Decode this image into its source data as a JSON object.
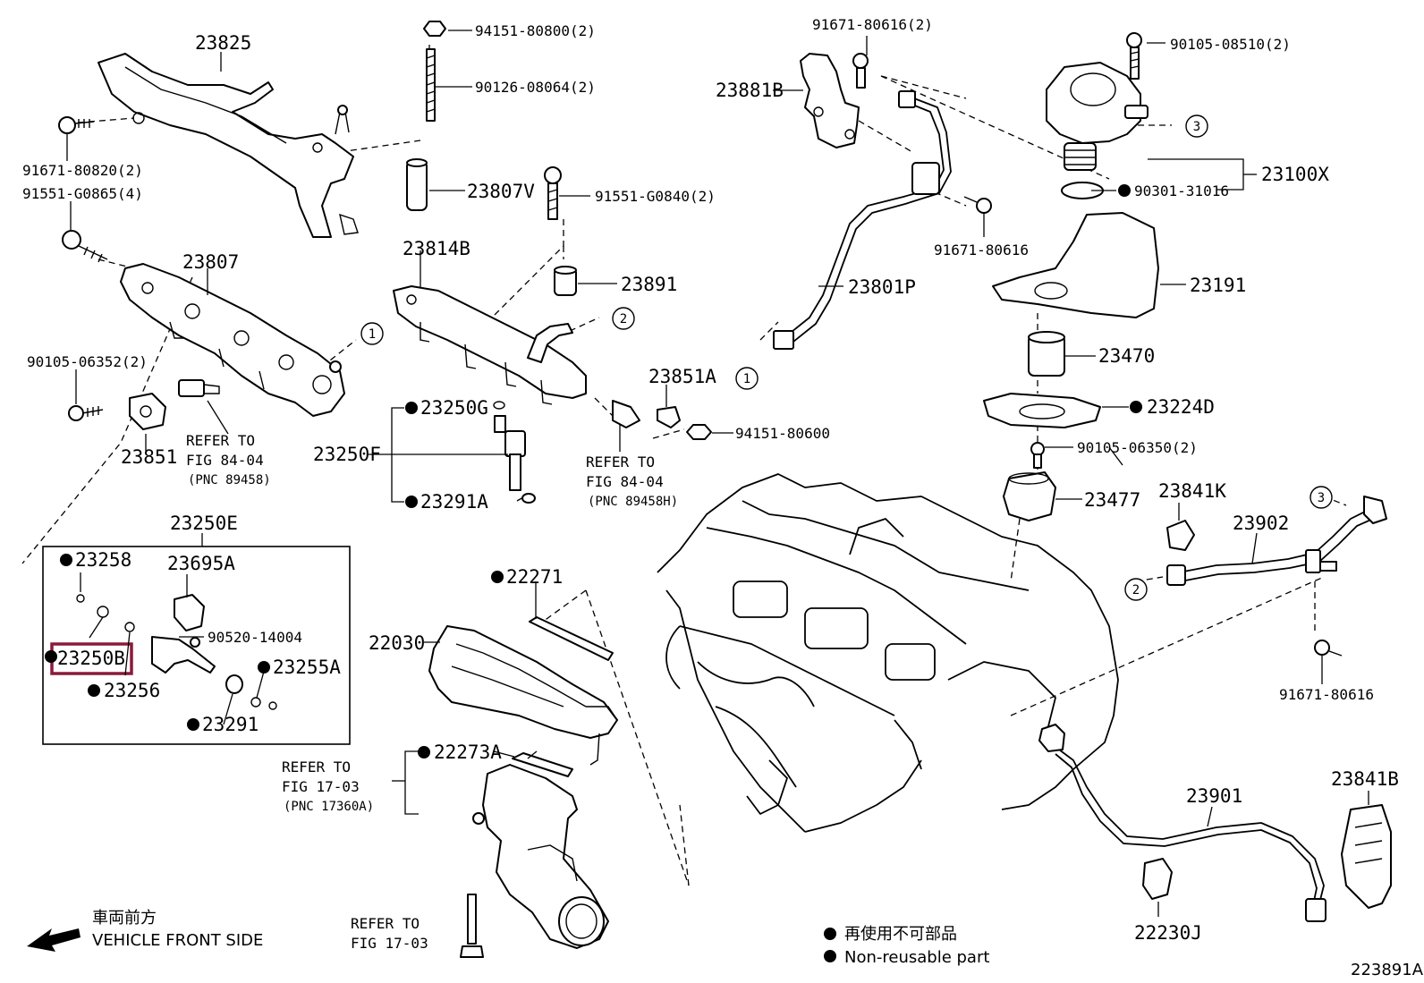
{
  "figure_id": "223891A",
  "legend": {
    "direction_jp": "車両前方",
    "direction_en": "VEHICLE FRONT SIDE",
    "nonreusable_jp": "再使用不可部品",
    "nonreusable_en": "Non-reusable part"
  },
  "highlight": {
    "part": "23250B",
    "color": "#8b1a3a"
  },
  "parts": {
    "p23825": "23825",
    "p94151_80800": "94151-80800(2)",
    "p90126_08064": "90126-08064(2)",
    "p91671_80820": "91671-80820(2)",
    "p91551_G0865": "91551-G0865(4)",
    "p23807V": "23807V",
    "p91551_G0840": "91551-G0840(2)",
    "p23814B": "23814B",
    "p23891": "23891",
    "p23807": "23807",
    "p90105_06352": "90105-06352(2)",
    "p23851": "23851",
    "p23851A": "23851A",
    "p94151_80600": "94151-80600",
    "p23250G": "23250G",
    "p23250F": "23250F",
    "p23291A": "23291A",
    "p23250E": "23250E",
    "p23258": "23258",
    "p23695A": "23695A",
    "p90520_14004": "90520-14004",
    "p23250B": "23250B",
    "p23255A": "23255A",
    "p23256": "23256",
    "p23291": "23291",
    "p22271": "22271",
    "p22030": "22030",
    "p22273A": "22273A",
    "p91671_80616a": "91671-80616(2)",
    "p23881B": "23881B",
    "p90105_08510": "90105-08510(2)",
    "p23100X": "23100X",
    "p90301_31016": "90301-31016",
    "p91671_80616b": "91671-80616",
    "p23801P": "23801P",
    "p23191": "23191",
    "p23470": "23470",
    "p23224D": "23224D",
    "p90105_06350": "90105-06350(2)",
    "p23477": "23477",
    "p23841K": "23841K",
    "p23902": "23902",
    "p91671_80616c": "91671-80616",
    "p23841B": "23841B",
    "p23901": "23901",
    "p22230J": "22230J"
  },
  "refs": {
    "refer_to": "REFER TO",
    "fig_84_04": "FIG 84-04",
    "pnc_89458": "(PNC 89458)",
    "pnc_89458H": "(PNC 89458H)",
    "fig_17_03": "FIG 17-03",
    "pnc_17360A": "(PNC 17360A)"
  },
  "callouts": {
    "c1": "1",
    "c2": "2",
    "c3": "3"
  }
}
